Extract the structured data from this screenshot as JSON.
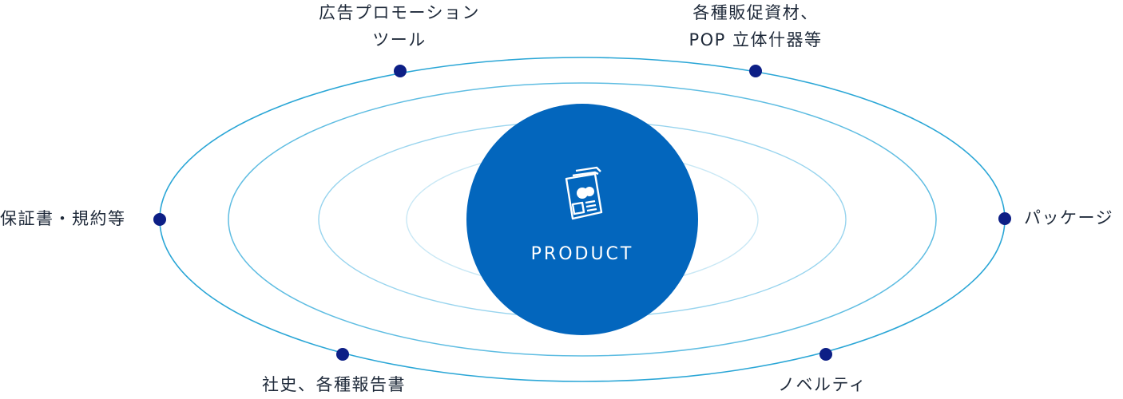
{
  "center": {
    "label": "PRODUCT",
    "icon": "brochure-icon"
  },
  "colors": {
    "center_fill": "#0366bd",
    "dot": "#0d1f86",
    "ring_outer": "#2aa6d6",
    "ring_2": "#5fbde2",
    "ring_3": "#98d4ee",
    "ring_4": "#c9e8f5",
    "text": "#1f2a3a"
  },
  "items": [
    {
      "lines": [
        "広告プロモーション",
        "ツール"
      ]
    },
    {
      "lines": [
        "各種販促資材、",
        "POP 立体什器等"
      ]
    },
    {
      "lines": [
        "保証書・規約等"
      ]
    },
    {
      "lines": [
        "パッケージ"
      ]
    },
    {
      "lines": [
        "社史、各種報告書"
      ]
    },
    {
      "lines": [
        "ノベルティ"
      ]
    }
  ]
}
